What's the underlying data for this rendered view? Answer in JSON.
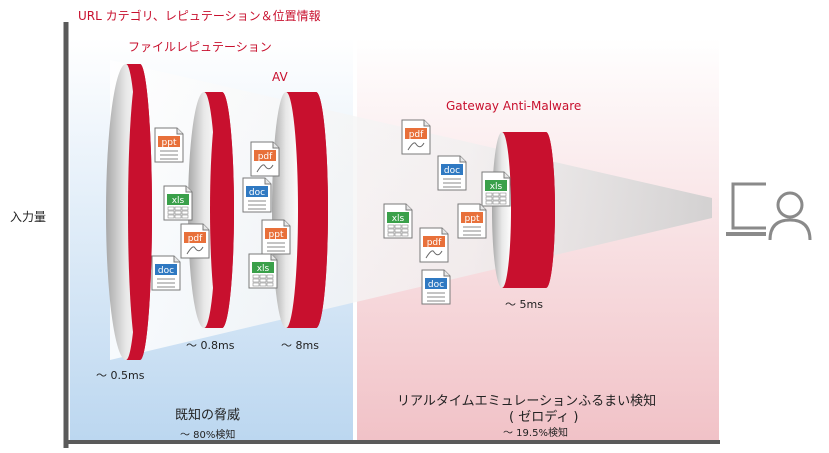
{
  "labels": {
    "y_axis": "入力量",
    "url_category": "URL カテゴリ、レピュテーション＆位置情報",
    "file_reputation": "ファイルレピュテーション",
    "av": "AV",
    "gateway": "Gateway Anti-Malware"
  },
  "latency": {
    "filter1": "～ 0.5ms",
    "filter2": "～ 0.8ms",
    "filter3": "～ 8ms",
    "filter4": "～ 5ms"
  },
  "zones": {
    "known_title": "既知の脅威",
    "known_pct": "～ 80%検知",
    "zeroday_title": "リアルタイムエミュレーションふるまい検知",
    "zeroday_sub": "( ゼロディ )",
    "zeroday_pct": "～ 19.5%検知"
  },
  "file_types": {
    "ppt": "ppt",
    "pdf": "pdf",
    "doc": "doc",
    "xls": "xls"
  },
  "colors": {
    "red": "#c8102e",
    "ppt": "#e8703a",
    "pdf": "#e8703a",
    "doc": "#2f79c2",
    "xls": "#3aa04a"
  },
  "icons": {
    "user": "user-computer-icon"
  }
}
